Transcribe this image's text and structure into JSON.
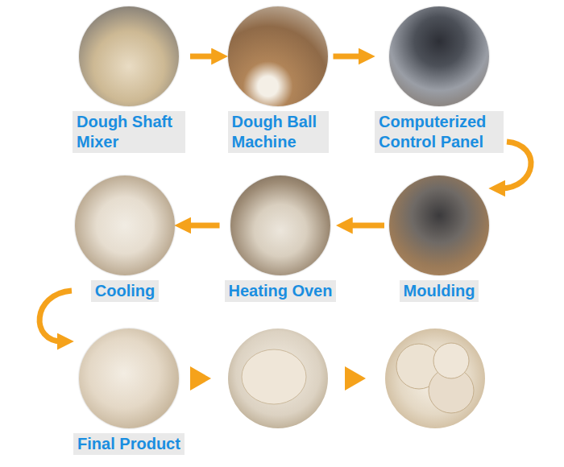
{
  "diagram": {
    "nodes": [
      {
        "text": [
          "Dough Shaft Mixer"
        ]
      },
      {
        "text": [
          "Dough Ball Machine"
        ]
      },
      {
        "text": [
          "Computerized Control Panel"
        ]
      },
      {
        "text": [
          "Cooling"
        ]
      },
      {
        "text": [
          "Heating Oven"
        ]
      },
      {
        "text": [
          "Moulding"
        ]
      },
      {
        "text": [
          "Final Product"
        ]
      }
    ],
    "edges": [
      {
        "from": 0,
        "to": 1,
        "arrow": "to"
      },
      {
        "from": 1,
        "to": 2,
        "arrow": "to"
      },
      {
        "from": 2,
        "to": 5,
        "arrow": "to"
      },
      {
        "from": 5,
        "to": 4,
        "arrow": "to"
      },
      {
        "from": 4,
        "to": 3,
        "arrow": "to"
      },
      {
        "from": 3,
        "to": 6,
        "arrow": "to"
      }
    ]
  }
}
